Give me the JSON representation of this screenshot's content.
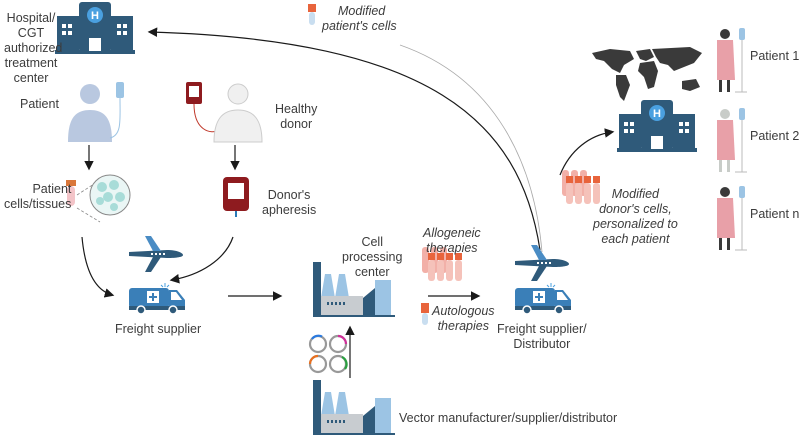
{
  "colors": {
    "building": "#2f5a7a",
    "building_light": "#4a8cc4",
    "plane": "#2f5a7a",
    "van": "#3a7fb8",
    "blood": "#8e1b1f",
    "cell_orange": "#e8643c",
    "cell_pink": "#f2b0a8",
    "patient_shirt": "#b9c8e0",
    "gown": "#e8a0a8",
    "world": "#3a3a3a",
    "arrow": "#1a1a1a"
  },
  "labels": {
    "hospital": [
      "Hospital/",
      "CGT",
      "authorized",
      "treatment",
      "center"
    ],
    "modified_patient": [
      "Modified",
      "patient's cells"
    ],
    "patient": "Patient",
    "healthy_donor": [
      "Healthy",
      "donor"
    ],
    "patient_cells": [
      "Patient",
      "cells/tissues"
    ],
    "donor_apheresis": [
      "Donor's",
      "apheresis"
    ],
    "freight_supplier": "Freight supplier",
    "cell_processing": [
      "Cell",
      "processing",
      "center"
    ],
    "allogeneic": [
      "Allogeneic",
      "therapies"
    ],
    "autologous": [
      "Autologous",
      "therapies"
    ],
    "freight_distributor": [
      "Freight supplier/",
      "Distributor"
    ],
    "modified_donor": [
      "Modified",
      "donor's cells,",
      "personalized to",
      "each patient"
    ],
    "vector": "Vector manufacturer/supplier/distributor",
    "patient_1": "Patient 1",
    "patient_2": "Patient 2",
    "patient_n": "Patient n"
  },
  "icons": {
    "hospital": "hospital-building-icon",
    "plane": "airplane-icon",
    "van": "ambulance-van-icon",
    "factory": "factory-icon",
    "world": "world-map-icon",
    "blood_bag": "blood-bag-icon",
    "tube": "sample-tube-icon",
    "plasmid": "plasmid-vector-icon"
  }
}
